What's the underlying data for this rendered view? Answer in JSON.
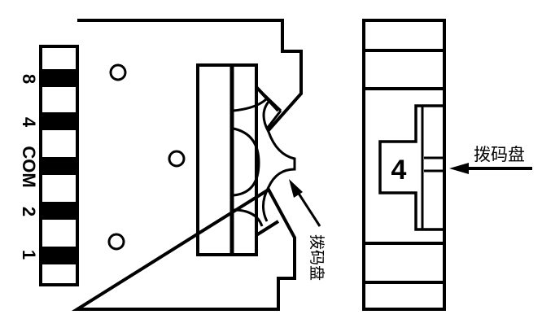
{
  "left_view": {
    "pin_labels": [
      "8",
      "4",
      "COM",
      "2",
      "1"
    ],
    "callout": "拨码盘"
  },
  "right_view": {
    "dial_value": "4",
    "callout": "拨码盘"
  },
  "colors": {
    "line": "#000000",
    "background": "#ffffff"
  }
}
